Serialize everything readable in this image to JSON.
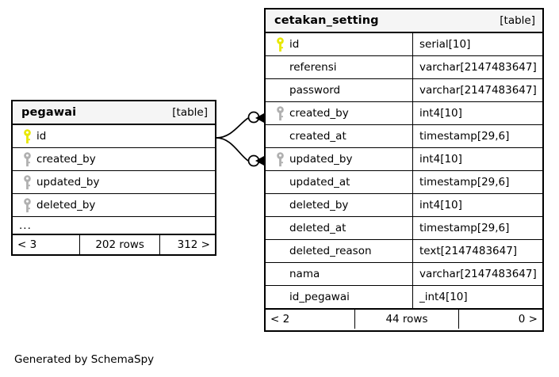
{
  "diagram": {
    "kind_label": "[table]",
    "caption": "Generated by SchemaSpy",
    "colors": {
      "primary_key": "#e8e800",
      "foreign_key": "#b0b0b0",
      "border": "#000000",
      "header_background": "#f5f5f5",
      "background": "#ffffff"
    }
  },
  "tables": {
    "pegawai": {
      "name": "pegawai",
      "kind": "[table]",
      "columns": [
        {
          "name": "id",
          "type": "",
          "key": "primary-key"
        },
        {
          "name": "created_by",
          "type": "",
          "key": "foreign-key"
        },
        {
          "name": "updated_by",
          "type": "",
          "key": "foreign-key"
        },
        {
          "name": "deleted_by",
          "type": "",
          "key": "foreign-key"
        }
      ],
      "truncated_indicator": "...",
      "footer": {
        "left": "< 3",
        "middle": "202 rows",
        "right": "312 >"
      }
    },
    "cetakan_setting": {
      "name": "cetakan_setting",
      "kind": "[table]",
      "columns": [
        {
          "name": "id",
          "type": "serial[10]",
          "key": "primary-key"
        },
        {
          "name": "referensi",
          "type": "varchar[2147483647]",
          "key": "none"
        },
        {
          "name": "password",
          "type": "varchar[2147483647]",
          "key": "none"
        },
        {
          "name": "created_by",
          "type": "int4[10]",
          "key": "foreign-key"
        },
        {
          "name": "created_at",
          "type": "timestamp[29,6]",
          "key": "none"
        },
        {
          "name": "updated_by",
          "type": "int4[10]",
          "key": "foreign-key"
        },
        {
          "name": "updated_at",
          "type": "timestamp[29,6]",
          "key": "none"
        },
        {
          "name": "deleted_by",
          "type": "int4[10]",
          "key": "none"
        },
        {
          "name": "deleted_at",
          "type": "timestamp[29,6]",
          "key": "none"
        },
        {
          "name": "deleted_reason",
          "type": "text[2147483647]",
          "key": "none"
        },
        {
          "name": "nama",
          "type": "varchar[2147483647]",
          "key": "none"
        },
        {
          "name": "id_pegawai",
          "type": "_int4[10]",
          "key": "none"
        }
      ],
      "footer": {
        "left": "< 2",
        "middle": "44 rows",
        "right": "0 >"
      }
    }
  },
  "relationships": [
    {
      "from_table": "pegawai",
      "from_column": "id",
      "to_table": "cetakan_setting",
      "to_column": "created_by"
    },
    {
      "from_table": "pegawai",
      "from_column": "id",
      "to_table": "cetakan_setting",
      "to_column": "updated_by"
    }
  ]
}
